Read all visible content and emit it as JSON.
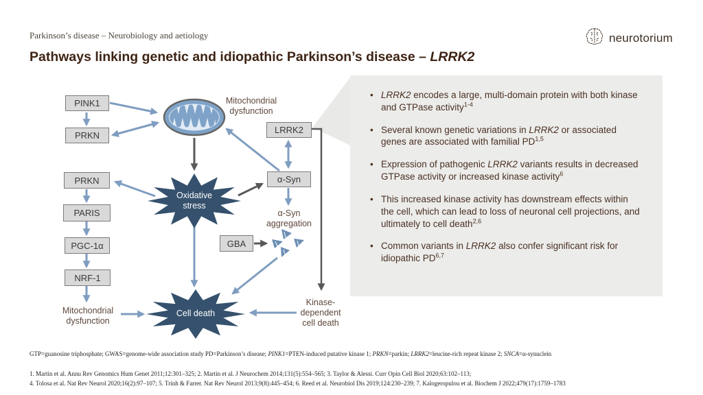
{
  "header": {
    "eyebrow": "Parkinson’s disease – Neurobiology and aetiology"
  },
  "logo": {
    "text": "neurotorium"
  },
  "title": {
    "rich": [
      {
        "t": "Pathways linking genetic and idiopathic Parkinson’s disease – "
      },
      {
        "t": "LRRK2",
        "s": "i"
      }
    ]
  },
  "colors": {
    "title_brown": "#3e2415",
    "body_brown": "#4a3123",
    "label_brown": "#5d473a",
    "panel_bg": "#ececea",
    "box_fill": "#d9d9d9",
    "box_border": "#7a7a7a",
    "arrow_blue": "#7f9dc0",
    "arrow_gray": "#595959",
    "starburst_navy": "#35516d",
    "mito_blue": "#7fa3c8",
    "mito_inner": "#e2ebf5"
  },
  "diagram": {
    "boxes": {
      "pink1": "PINK1",
      "prkn_top": "PRKN",
      "lrrk2": "LRRK2",
      "asyn": "α-Syn",
      "prkn_mid": "PRKN",
      "paris": "PARIS",
      "pgc1a": "PGC-1α",
      "nrf1": "NRF-1",
      "gba": "GBA"
    },
    "labels": {
      "mito_dysfunction_top": "Mitochondrial\ndysfunction",
      "asyn_aggregation": "α-Syn\naggregation",
      "mito_dysfunction_bottom": "Mitochondrial\ndysfunction",
      "kinase_dependent": "Kinase-\ndependent\ncell death",
      "oxidative_stress": "Oxidative\nstress",
      "cell_death": "Cell death"
    }
  },
  "panel": {
    "bullets": [
      [
        {
          "t": "LRRK2",
          "s": "i"
        },
        {
          "t": " encodes a large, multi-domain protein with both kinase and GTPase activity"
        },
        {
          "t": "1-4",
          "s": "sup"
        }
      ],
      [
        {
          "t": "Several known genetic variations in "
        },
        {
          "t": "LRRK2",
          "s": "i"
        },
        {
          "t": " or associated genes are associated with familial PD"
        },
        {
          "t": "1,5",
          "s": "sup"
        }
      ],
      [
        {
          "t": "Expression of pathogenic "
        },
        {
          "t": "LRRK2",
          "s": "i"
        },
        {
          "t": " variants results in decreased GTPase activity or increased kinase activity"
        },
        {
          "t": "6",
          "s": "sup"
        }
      ],
      [
        {
          "t": "This increased kinase activity has downstream effects within the cell, which can lead to loss of neuronal cell projections, and ultimately to cell death"
        },
        {
          "t": "2,6",
          "s": "sup"
        }
      ],
      [
        {
          "t": "Common variants in "
        },
        {
          "t": "LRRK2",
          "s": "i"
        },
        {
          "t": " also confer significant risk for idiopathic PD"
        },
        {
          "t": "6,7",
          "s": "sup"
        }
      ]
    ]
  },
  "footer": {
    "abbreviations_rich": [
      {
        "t": "GTP=guanosine triphosphate; GWAS=genome-wide association study PD=Parkinson’s disease; "
      },
      {
        "t": "PINK1",
        "s": "i"
      },
      {
        "t": "=PTEN-induced putative kinase 1; "
      },
      {
        "t": "PRKN",
        "s": "i"
      },
      {
        "t": "=parkin; "
      },
      {
        "t": "LRRK2",
        "s": "i"
      },
      {
        "t": "=leucine-rich repeat kinase 2; "
      },
      {
        "t": "SNCA",
        "s": "i"
      },
      {
        "t": "=α-synuclein"
      }
    ],
    "references": [
      "1. Martin et al. Annu Rev Genomics Hum Genet 2011;12:301–325; 2. Martin et al. J Neurochem 2014;131(5):554–565; 3. Taylor & Alessi. Curr Opin Cell Biol 2020;63:102–113;",
      "4. Tolosa et al. Nat Rev Neurol 2020;16(2):97–107; 5. Trinh & Farrer. Nat Rev Neurol 2013;9(8):445–454; 6. Reed et al. Neurobiol Dis 2019;124:230–239; 7. Kalogeropulou et al. Biochem J 2022;479(17):1759–1783"
    ]
  }
}
